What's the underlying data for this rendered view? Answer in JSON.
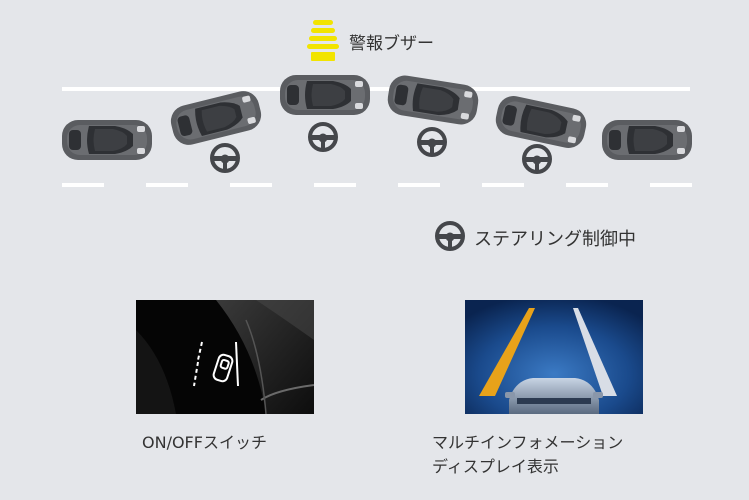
{
  "legend": {
    "buzzer_label": "警報ブザー",
    "steering_label": "ステアリング制御中"
  },
  "colors": {
    "background": "#e4e6ea",
    "buzzer_yellow": "#f2e400",
    "car_dark": "#5a5c60",
    "lane_line": "#ffffff",
    "display_orange": "#e8a21a"
  },
  "icons": {
    "buzzer": "buzzer-icon",
    "steering": "steering-wheel-icon",
    "car": "car-icon"
  },
  "cards": [
    {
      "caption": "ON/OFFスイッチ"
    },
    {
      "caption_line1": "マルチインフォメーション",
      "caption_line2": "ディスプレイ表示"
    }
  ]
}
